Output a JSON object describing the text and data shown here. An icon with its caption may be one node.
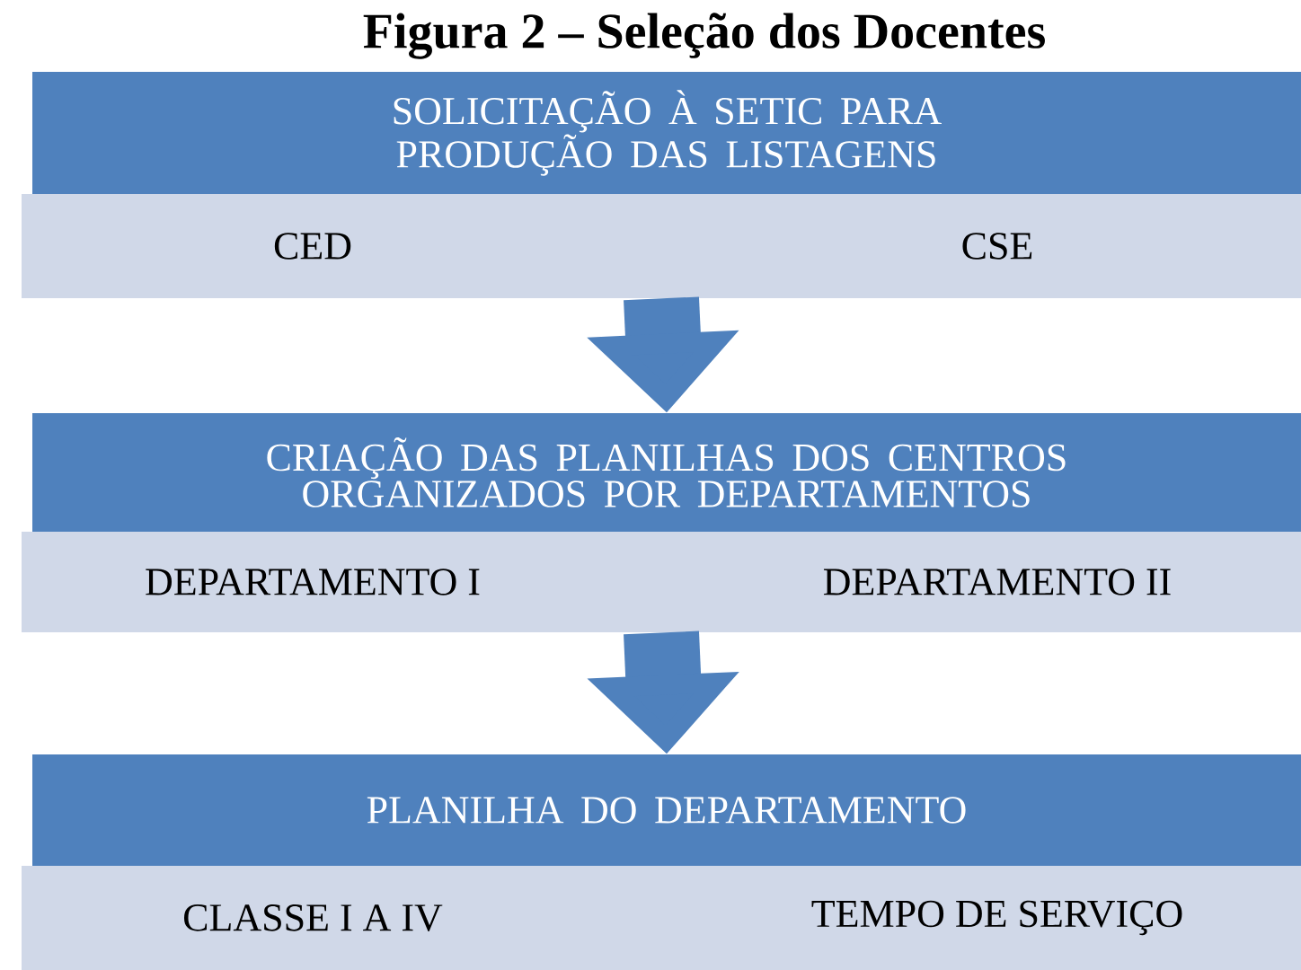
{
  "diagram": {
    "title": "Figura 2 – Seleção dos Docentes",
    "nodes": [
      {
        "text": [
          "SOLICITAÇÃO  À SETIC PARA PRODUÇÃO DAS LISTAGENS"
        ]
      },
      {
        "text": [
          "CED",
          "CSE"
        ]
      },
      {
        "text": [
          "CRIAÇÃO DAS PLANILHAS DOS CENTROS ORGANIZADOS POR DEPARTAMENTOS"
        ]
      },
      {
        "text": [
          "DEPARTAMENTO I",
          "DEPARTAMENTO II"
        ]
      },
      {
        "text": [
          "PLANILHA DO DEPARTAMENTO"
        ]
      },
      {
        "text": [
          "CLASSE I A IV",
          "TEMPO DE SERVIÇO"
        ]
      }
    ],
    "edges": [
      {
        "from": 1,
        "to": 2,
        "arrow": "to"
      },
      {
        "from": 3,
        "to": 4,
        "arrow": "to"
      }
    ]
  }
}
